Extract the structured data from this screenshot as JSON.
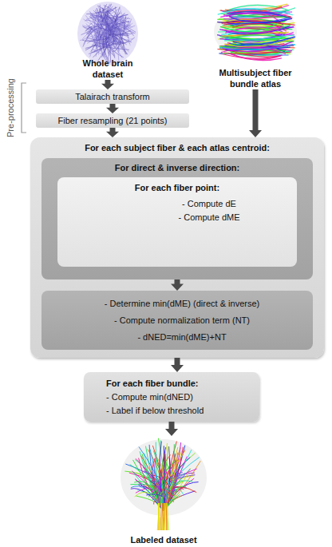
{
  "diagram": {
    "nodes": [
      {
        "text": [
          "Whole brain dataset"
        ]
      },
      {
        "text": [
          "Multisubject fiber bundle atlas"
        ]
      },
      {
        "text": [
          "Talairach transform"
        ]
      },
      {
        "text": [
          "Fiber resampling (21 points)"
        ]
      },
      {
        "text": [
          "For each subject fiber & each atlas centroid:"
        ]
      },
      {
        "text": [
          "For direct & inverse direction:"
        ],
        "in": 4
      },
      {
        "text": [
          "For each fiber point:",
          "- Compute dE",
          "- Compute dME"
        ],
        "in": 5
      },
      {
        "text": [
          "- Determine min(dME) (direct & inverse)",
          "- Compute normalization term (NT)",
          "- dNED=min(dME)+NT"
        ],
        "in": 4
      },
      {
        "text": [
          "For each fiber bundle:",
          "- Compute min(dNED)",
          "- Label if below threshold"
        ]
      },
      {
        "text": [
          "Labeled dataset"
        ]
      }
    ],
    "edges": [
      {
        "from": 0,
        "to": 2,
        "arrow": "to"
      },
      {
        "from": 2,
        "to": 3,
        "arrow": "to"
      },
      {
        "from": 3,
        "to": 4,
        "arrow": "to"
      },
      {
        "from": 1,
        "to": 4,
        "arrow": "to"
      },
      {
        "from": 5,
        "to": 7,
        "arrow": "to"
      },
      {
        "from": 4,
        "to": 8,
        "arrow": "to"
      },
      {
        "from": 8,
        "to": 9,
        "arrow": "to"
      }
    ],
    "labels": [
      "Pre-processing"
    ]
  }
}
